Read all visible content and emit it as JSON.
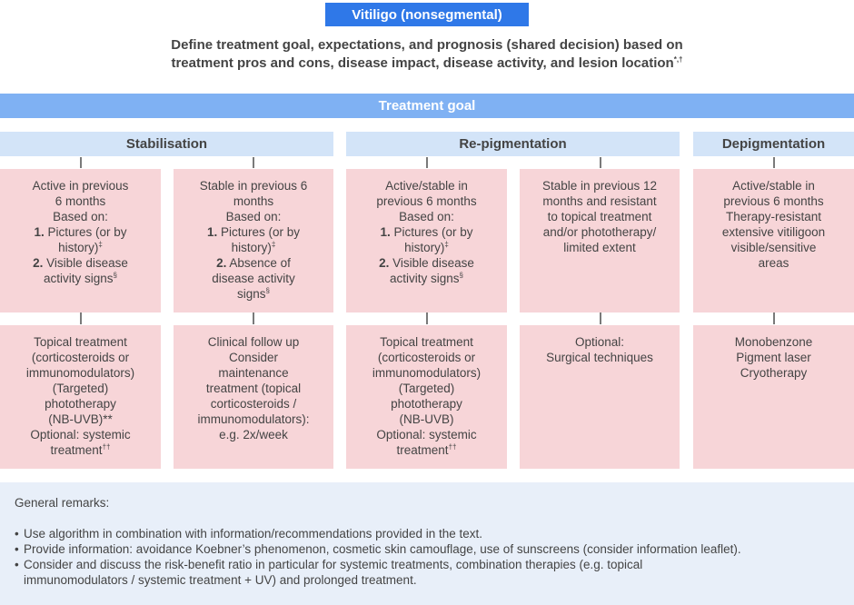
{
  "title": "Vitiligo (nonsegmental)",
  "intro": {
    "line1": "Define treatment goal, expectations, and prognosis (shared decision) based on",
    "line2": "treatment pros and cons, disease impact, disease activity, and lesion location",
    "line2_sup": "*,†"
  },
  "goal_bar": "Treatment goal",
  "categories": {
    "stabilisation": "Stabilisation",
    "repigmentation": "Re-pigmentation",
    "depigmentation": "Depigmentation"
  },
  "criteria": {
    "stab_active": {
      "l1": "Active in previous",
      "l2": "6 months",
      "l3": "Based on:",
      "n1": "1.",
      "l4": " Pictures (or by",
      "l5": "history)",
      "l5_sup": "‡",
      "n2": "2.",
      "l6": " Visible disease",
      "l7": "activity signs",
      "l7_sup": "§"
    },
    "stab_stable": {
      "l1": "Stable in previous 6",
      "l2": "months",
      "l3": "Based on:",
      "n1": "1.",
      "l4": " Pictures (or by",
      "l5": "history)",
      "l5_sup": "‡",
      "n2": "2.",
      "l6": " Absence of",
      "l7": "disease activity",
      "l8": "signs",
      "l8_sup": "§"
    },
    "repig_active": {
      "l1": "Active/stable in",
      "l2": "previous 6 months",
      "l3": "Based on:",
      "n1": "1.",
      "l4": " Pictures (or by",
      "l5": "history)",
      "l5_sup": "‡",
      "n2": "2.",
      "l6": " Visible disease",
      "l7": "activity signs",
      "l7_sup": "§"
    },
    "repig_stable": {
      "l1": "Stable in previous 12",
      "l2": "months and resistant",
      "l3": "to topical treatment",
      "l4": "and/or phototherapy/",
      "l5": "limited extent"
    },
    "depig": {
      "l1": "Active/stable in",
      "l2": "previous 6 months",
      "l3": "Therapy-resistant",
      "l4": "extensive vitiligoon",
      "l5": "visible/sensitive",
      "l6": "areas"
    }
  },
  "treatments": {
    "stab_active": {
      "l1": "Topical treatment",
      "l2": "(corticosteroids or",
      "l3": "immunomodulators)",
      "l4": "(Targeted)",
      "l5": "phototherapy",
      "l6": "(NB-UVB)**",
      "l7": "Optional: systemic",
      "l8": "treatment",
      "l8_sup": "††"
    },
    "stab_stable": {
      "l1": "Clinical follow up",
      "l2": "Consider",
      "l3": "maintenance",
      "l4": "treatment (topical",
      "l5": "corticosteroids /",
      "l6": "immunomodulators):",
      "l7": "e.g. 2x/week"
    },
    "repig_active": {
      "l1": "Topical treatment",
      "l2": "(corticosteroids or",
      "l3": "immunomodulators)",
      "l4": "(Targeted)",
      "l5": "phototherapy",
      "l6": "(NB-UVB)",
      "l7": "Optional: systemic",
      "l8": "treatment",
      "l8_sup": "††"
    },
    "repig_stable": {
      "l1": "Optional:",
      "l2": "Surgical techniques"
    },
    "depig": {
      "l1": "Monobenzone",
      "l2": "Pigment laser",
      "l3": "Cryotherapy"
    }
  },
  "remarks": {
    "header": "General remarks:",
    "bullet": "•",
    "items": [
      "Use algorithm in combination with information/recommendations provided in the text.",
      "Provide information: avoidance Koebner’s phenomenon, cosmetic skin camouflage, use of sunscreens (consider information leaflet).",
      "Consider and discuss the risk-benefit ratio in particular for systemic treatments, combination therapies (e.g. topical",
      "immunomodulators / systemic treatment + UV) and prolonged treatment."
    ]
  },
  "colors": {
    "title_blue": "#2f78e8",
    "goal_blue": "#7fb1f3",
    "category_blue": "#d3e4f8",
    "box_pink": "#f7d5d8",
    "remarks_bg": "#e8eff9"
  }
}
